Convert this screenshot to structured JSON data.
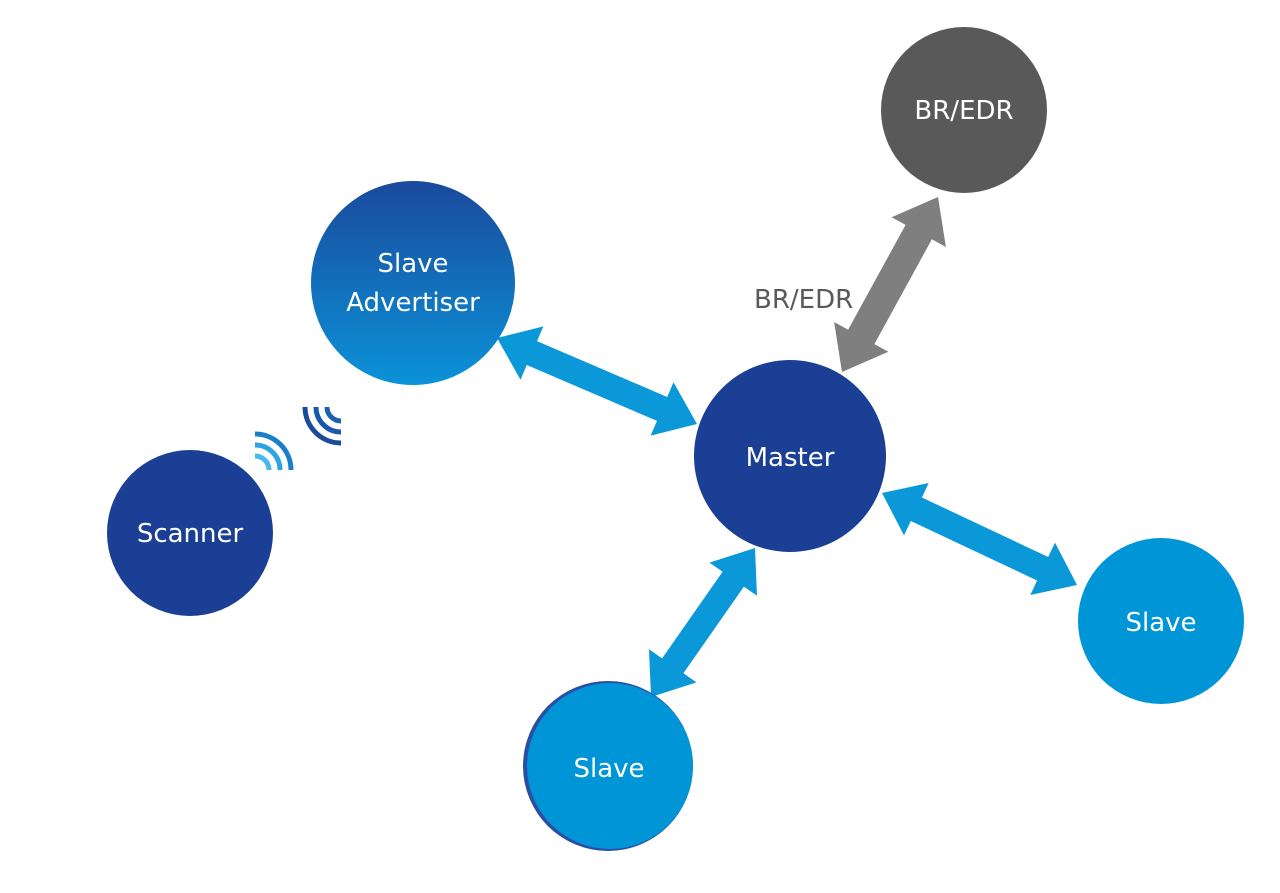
{
  "nodes": {
    "br_edr": {
      "label": "BR/EDR",
      "color": "#595959"
    },
    "slave_advertiser": {
      "label_line1": "Slave",
      "label_line2": "Advertiser",
      "color_top": "#1a4a9c",
      "color_bottom": "#0b92d8"
    },
    "master": {
      "label": "Master",
      "color": "#1b3f94"
    },
    "scanner": {
      "label": "Scanner",
      "color": "#1b3f94"
    },
    "slave_right": {
      "label": "Slave",
      "color": "#0095d6"
    },
    "slave_bottom": {
      "label": "Slave",
      "color": "#0095d6"
    }
  },
  "links": {
    "br_edr_label": "BR/EDR",
    "br_edr_color": "#7f7f7f",
    "ble_color": "#0b98d8"
  },
  "icons": {
    "signal": [
      "wireless-signal-icon",
      "wireless-signal-icon"
    ]
  }
}
